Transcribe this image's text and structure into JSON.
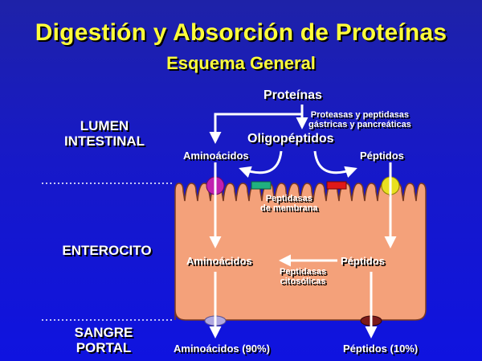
{
  "title": "Digestión y Absorción de Proteínas",
  "subtitle": "Esquema  General",
  "regions": {
    "lumen_line1": "LUMEN",
    "lumen_line2": "INTESTINAL",
    "enterocyte": "ENTEROCITO",
    "blood_line1": "SANGRE",
    "blood_line2": "PORTAL"
  },
  "nodes": {
    "proteins": "Proteínas",
    "oligopeptides": "Oligopéptidos",
    "amino_lumen": "Aminoácidos",
    "peptides_lumen": "Péptidos",
    "amino_cell": "Aminoácidos",
    "peptides_cell": "Péptidos",
    "amino_blood": "Aminoácidos (90%)",
    "peptides_blood": "Péptidos (10%)"
  },
  "enzymes": {
    "gastric_line1": "Proteasas y peptidasas",
    "gastric_line2": "gástricas y pancreáticas",
    "membrane_line1": "Peptidasas",
    "membrane_line2": "de membrana",
    "cytosolic_line1": "Peptidasas",
    "cytosolic_line2": "citosólicas"
  },
  "colors": {
    "background": "#1719c8",
    "title": "#ffff3a",
    "cell": "#f4a17a",
    "transporter_magenta": "#c020b0",
    "transporter_teal": "#20b080",
    "transporter_red": "#e01818",
    "transporter_yellow": "#e8e020",
    "transporter_lavender": "#b0a8e0",
    "transporter_maroon": "#7a1a1a"
  }
}
